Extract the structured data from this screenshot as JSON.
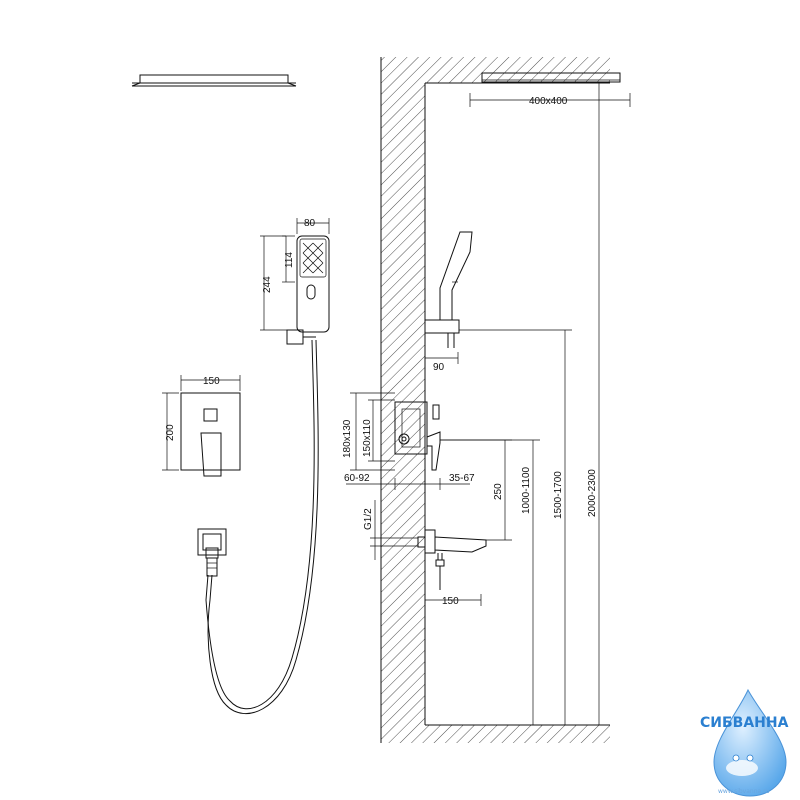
{
  "dimensions": {
    "overhead_size": "400x400",
    "handshower_width": "80",
    "handshower_head_height": "114",
    "handshower_total_height": "244",
    "holder_offset": "90",
    "panel_width": "150",
    "panel_height": "200",
    "box_height_outer": "180x130",
    "box_height_inner": "150x110",
    "embed_depth": "60-92",
    "protrusion": "35-67",
    "mixer_to_spout": "250",
    "thread": "G1/2",
    "spout_length": "150",
    "h_mixer": "1000-1100",
    "h_holder": "1500-1700",
    "h_overhead": "2000-2300"
  },
  "brand": {
    "name": "СИБВАННА",
    "url": "www.sibvanna.ru",
    "color": "#2a7fd0"
  }
}
